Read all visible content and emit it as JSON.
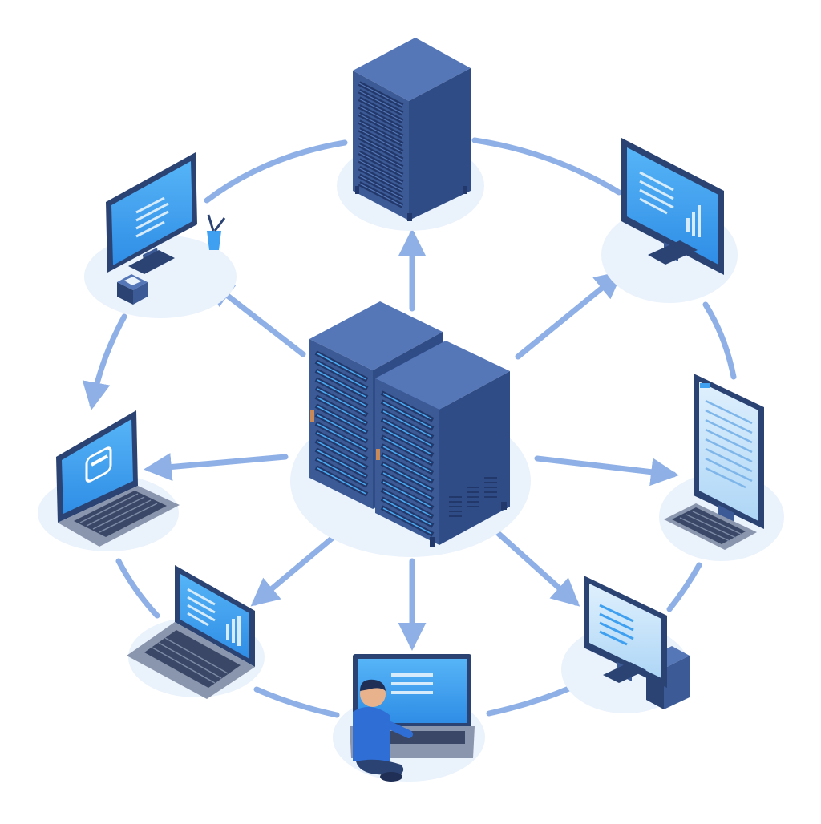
{
  "diagram": {
    "center": {
      "kind": "server-rack-pair",
      "icon": "server-cluster-icon"
    },
    "nodes": [
      {
        "id": "top-server",
        "kind": "server-rack",
        "icon": "server-rack-icon"
      },
      {
        "id": "desktop-top-left",
        "kind": "desktop",
        "icon": "desktop-monitor-icon",
        "screen": "text-lines"
      },
      {
        "id": "desktop-top-right",
        "kind": "desktop",
        "icon": "desktop-monitor-icon",
        "screen": "text-and-bar-chart"
      },
      {
        "id": "laptop-left",
        "kind": "laptop",
        "icon": "laptop-icon",
        "screen": "app-window"
      },
      {
        "id": "monitor-right",
        "kind": "portrait-monitor",
        "icon": "document-monitor-icon",
        "screen": "document"
      },
      {
        "id": "laptop-bottom-left",
        "kind": "laptop",
        "icon": "laptop-icon",
        "screen": "text-and-bar-chart"
      },
      {
        "id": "user-laptop-bottom",
        "kind": "laptop-with-user",
        "icon": "user-at-laptop-icon",
        "screen": "text-lines"
      },
      {
        "id": "desktop-bottom-right",
        "kind": "desktop-with-tower",
        "icon": "desktop-tower-icon",
        "screen": "text-lines"
      }
    ],
    "connections": "center-to-each-node-arrows-plus-outer-ring",
    "colors": {
      "rack_body": "#3c5a96",
      "rack_dark": "#2b4373",
      "rack_light": "#5577b8",
      "vent_glow": "#4aa8f0",
      "screen": "#3f9ff0",
      "screen_light": "#bfe1fb",
      "arrow": "#8fb0e6",
      "shadow": "#eaf2fc"
    }
  }
}
